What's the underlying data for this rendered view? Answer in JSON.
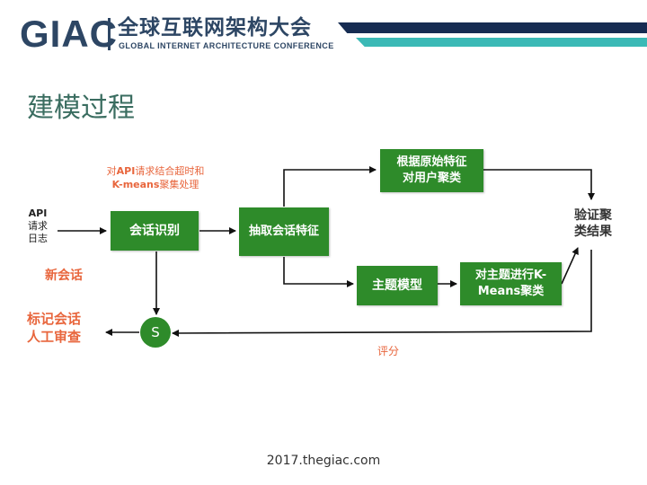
{
  "header": {
    "logo": "GIAC",
    "conference_cn": "全球互联网架构大会",
    "conference_en": "GLOBAL INTERNET ARCHITECTURE CONFERENCE"
  },
  "slide_title": "建模过程",
  "diagram": {
    "annotation_line1_prefix": "对",
    "annotation_line1_bold": "API",
    "annotation_line1_suffix": "请求结合超时和",
    "annotation_line2_bold": "K-means",
    "annotation_line2_suffix": "聚集处理",
    "input_label": [
      "API",
      "请求",
      "日志"
    ],
    "session_recognition": "会话识别",
    "extract_features": "抽取会话特征",
    "raw_feature_cluster": [
      "根据原始特征",
      "对用户聚类"
    ],
    "topic_model": "主题模型",
    "topic_kmeans": [
      "对主题进行K-",
      "Means聚类"
    ],
    "validate": [
      "验证聚",
      "类结果"
    ],
    "new_session": "新会话",
    "mark_session": [
      "标记会话",
      "人工审查"
    ],
    "s_node": "S",
    "score": "评分"
  },
  "footer": {
    "url": "2017.thegiac.com"
  },
  "colors": {
    "box_green": "#2e8b2a",
    "accent_orange": "#e8663d",
    "title_teal": "#3a6d60",
    "navy": "#2d4664"
  }
}
